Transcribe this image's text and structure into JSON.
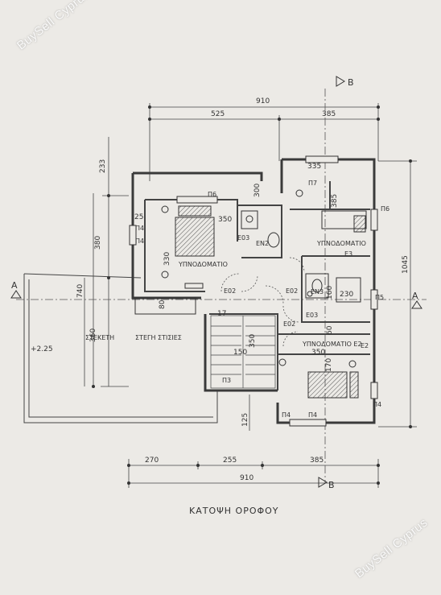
{
  "watermark": "BuySell Cyprus",
  "title": "ΚΑΤΟΨΗ ΟΡΟΦΟΥ",
  "section_marks": {
    "a_left": "A",
    "a_right": "A",
    "b_top": "B",
    "b_bottom": "B"
  },
  "dimensions": {
    "top_total": "910",
    "top_left": "525",
    "top_right": "385",
    "bottom_total": "910",
    "bottom_a": "270",
    "bottom_b": "255",
    "bottom_c": "385",
    "left_233": "233",
    "left_380": "380",
    "left_740": "740",
    "left_360": "360",
    "right_1045": "1045",
    "top_335": "335",
    "d_300": "300",
    "d_385": "385",
    "d_350a": "350",
    "d_330": "330",
    "d_350b": "350",
    "d_170": "170",
    "d_125": "125",
    "d_230": "230",
    "d_160": "160",
    "d_80": "80",
    "d_25": "25",
    "d_17": "17",
    "d_350c": "350",
    "d_150": "150",
    "d_60": "60",
    "level": "+2.25"
  },
  "rooms": {
    "bedroom1": "ΥΠΝΟΔΟΜΑΤΙΟ",
    "bedroom2": "ΥΠΝΟΔΟΜΑΤΙΟ",
    "bedroom2_code": "E3",
    "bedroom3": "ΥΠΝΟΔΟΜΑΤΙΟ E2",
    "roof": "ΣΤΕΓΗ ΣΤΙΣΙΕΣ",
    "roof_prefix": "ΣΤΕΚΕΤΗ"
  },
  "codes": {
    "p6a": "Π6",
    "p6b": "Π6",
    "p7": "Π7",
    "p4a": "Π4",
    "p4b": "Π4",
    "p4c": "Π4",
    "p4d": "Π4",
    "p4e": "Π4",
    "p5": "Π5",
    "p3": "Π3",
    "e03": "E03",
    "en2": "EN2",
    "e02a": "E02",
    "e02b": "E02",
    "e02c": "E02",
    "en3": "EN3",
    "e03b": "E03",
    "e2": "E2"
  }
}
